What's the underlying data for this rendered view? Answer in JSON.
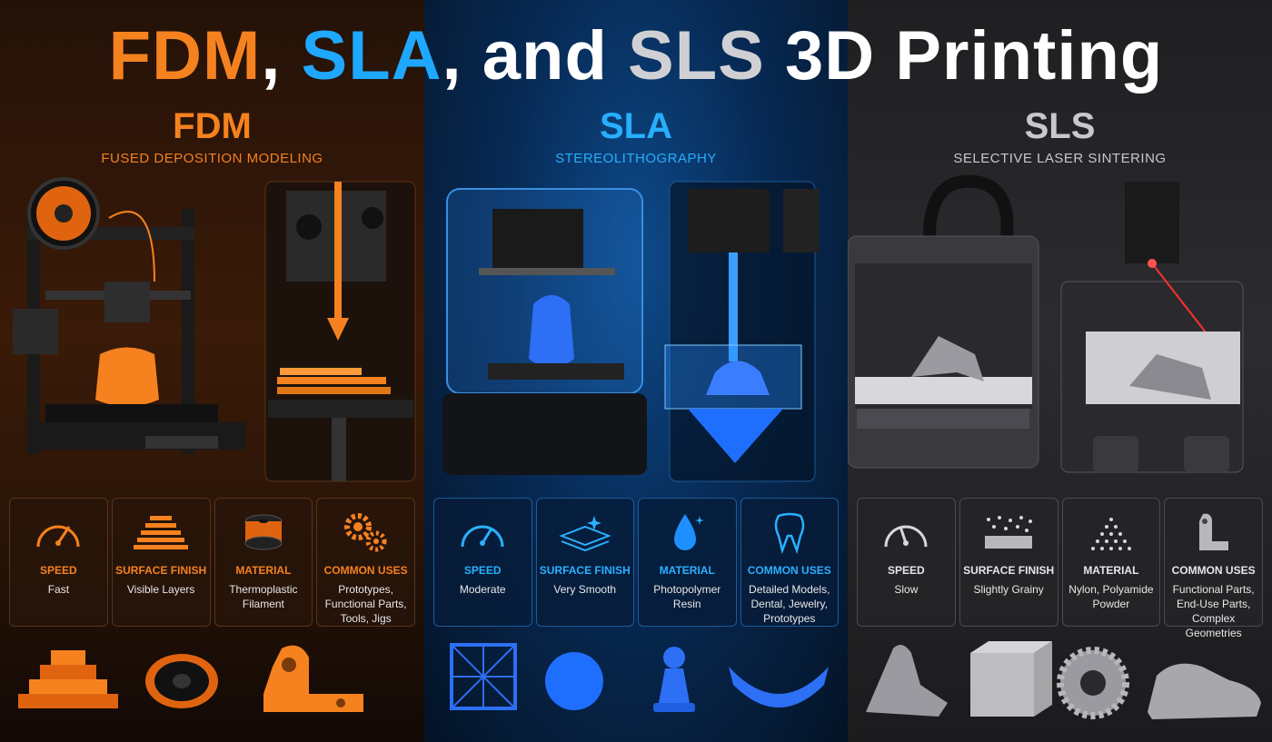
{
  "title": {
    "part1": "FDM",
    "sep1": ",",
    "part2": "SLA",
    "sep2": ", and",
    "part3": "SLS",
    "part4": "3D Printing"
  },
  "colors": {
    "fdm": "#f5821f",
    "sla": "#1fa8ff",
    "sls": "#c8c8cc"
  },
  "columns": [
    {
      "abbr": "FDM",
      "full": "FUSED DEPOSITION MODELING",
      "specs": [
        {
          "icon": "speedometer-icon",
          "label": "SPEED",
          "value": "Fast"
        },
        {
          "icon": "layers-icon",
          "label": "SURFACE FINISH",
          "value": "Visible Layers"
        },
        {
          "icon": "filament-spool-icon",
          "label": "MATERIAL",
          "value": "Thermoplastic\nFilament"
        },
        {
          "icon": "gears-icon",
          "label": "COMMON USES",
          "value": "Prototypes,\nFunctional Parts,\nTools, Jigs"
        }
      ]
    },
    {
      "abbr": "SLA",
      "full": "STEREOLITHOGRAPHY",
      "specs": [
        {
          "icon": "speedometer-icon",
          "label": "SPEED",
          "value": "Moderate"
        },
        {
          "icon": "smooth-surface-icon",
          "label": "SURFACE FINISH",
          "value": "Very Smooth"
        },
        {
          "icon": "resin-drop-icon",
          "label": "MATERIAL",
          "value": "Photopolymer\nResin"
        },
        {
          "icon": "tooth-icon",
          "label": "COMMON USES",
          "value": "Detailed Models,\nDental, Jewelry,\nPrototypes"
        }
      ]
    },
    {
      "abbr": "SLS",
      "full": "SELECTIVE LASER SINTERING",
      "specs": [
        {
          "icon": "speedometer-icon",
          "label": "SPEED",
          "value": "Slow"
        },
        {
          "icon": "grainy-surface-icon",
          "label": "SURFACE FINISH",
          "value": "Slightly Grainy"
        },
        {
          "icon": "powder-pile-icon",
          "label": "MATERIAL",
          "value": "Nylon, Polyamide\nPowder"
        },
        {
          "icon": "bracket-part-icon",
          "label": "COMMON USES",
          "value": "Functional Parts,\nEnd-Use Parts,\nComplex Geometries"
        }
      ]
    }
  ]
}
